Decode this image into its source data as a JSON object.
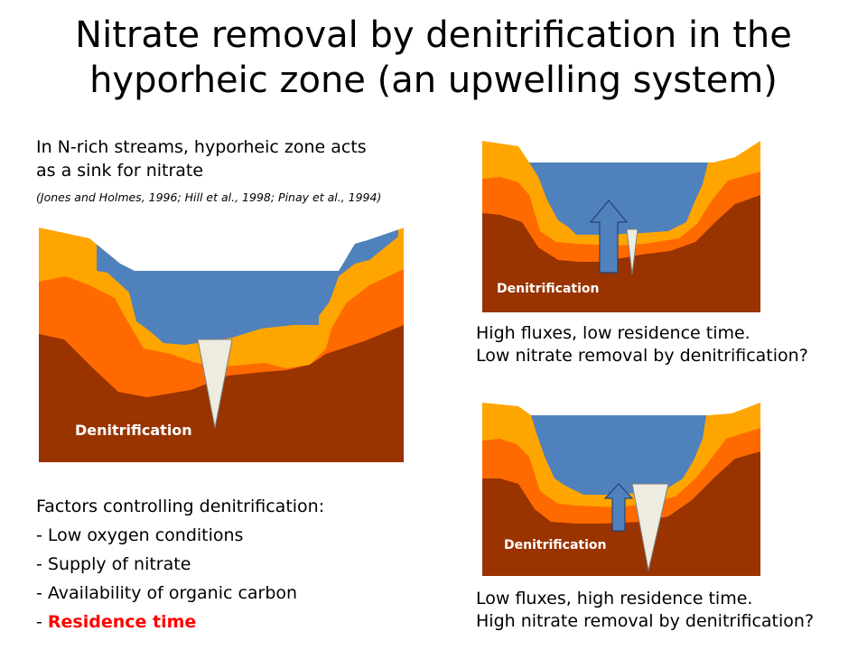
{
  "title": {
    "line1": "Nitrate removal by denitrification in the",
    "line2": "hyporheic zone (an upwelling system)"
  },
  "intro": {
    "line1": "In N-rich streams, hyporheic zone acts",
    "line2": "as a sink for nitrate",
    "citation": "(Jones and Holmes, 1996; Hill et al.,  1998; Pinay et al., 1994)"
  },
  "diagrams": {
    "main": {
      "label": "Denitrification"
    },
    "high_flux": {
      "label": "Denitrification"
    },
    "low_flux": {
      "label": "Denitrification"
    }
  },
  "captions": {
    "high_flux": {
      "line1": "High fluxes, low residence time.",
      "line2": "Low nitrate removal by denitrification?"
    },
    "low_flux": {
      "line1": "Low fluxes, high residence time.",
      "line2": "High nitrate removal by denitrification?"
    }
  },
  "factors": {
    "heading": "Factors controlling denitrification:",
    "items": [
      "- Low oxygen conditions",
      "- Supply of nitrate",
      "- Availability of organic carbon"
    ],
    "highlight_prefix": "- ",
    "highlight": "Residence time"
  },
  "colors": {
    "water": "#4f81bd",
    "sediment_top": "#ffa500",
    "sediment_mid": "#ff6a00",
    "sediment_deep": "#993300",
    "wedge": "#eeece1",
    "highlight": "#ff0000"
  }
}
